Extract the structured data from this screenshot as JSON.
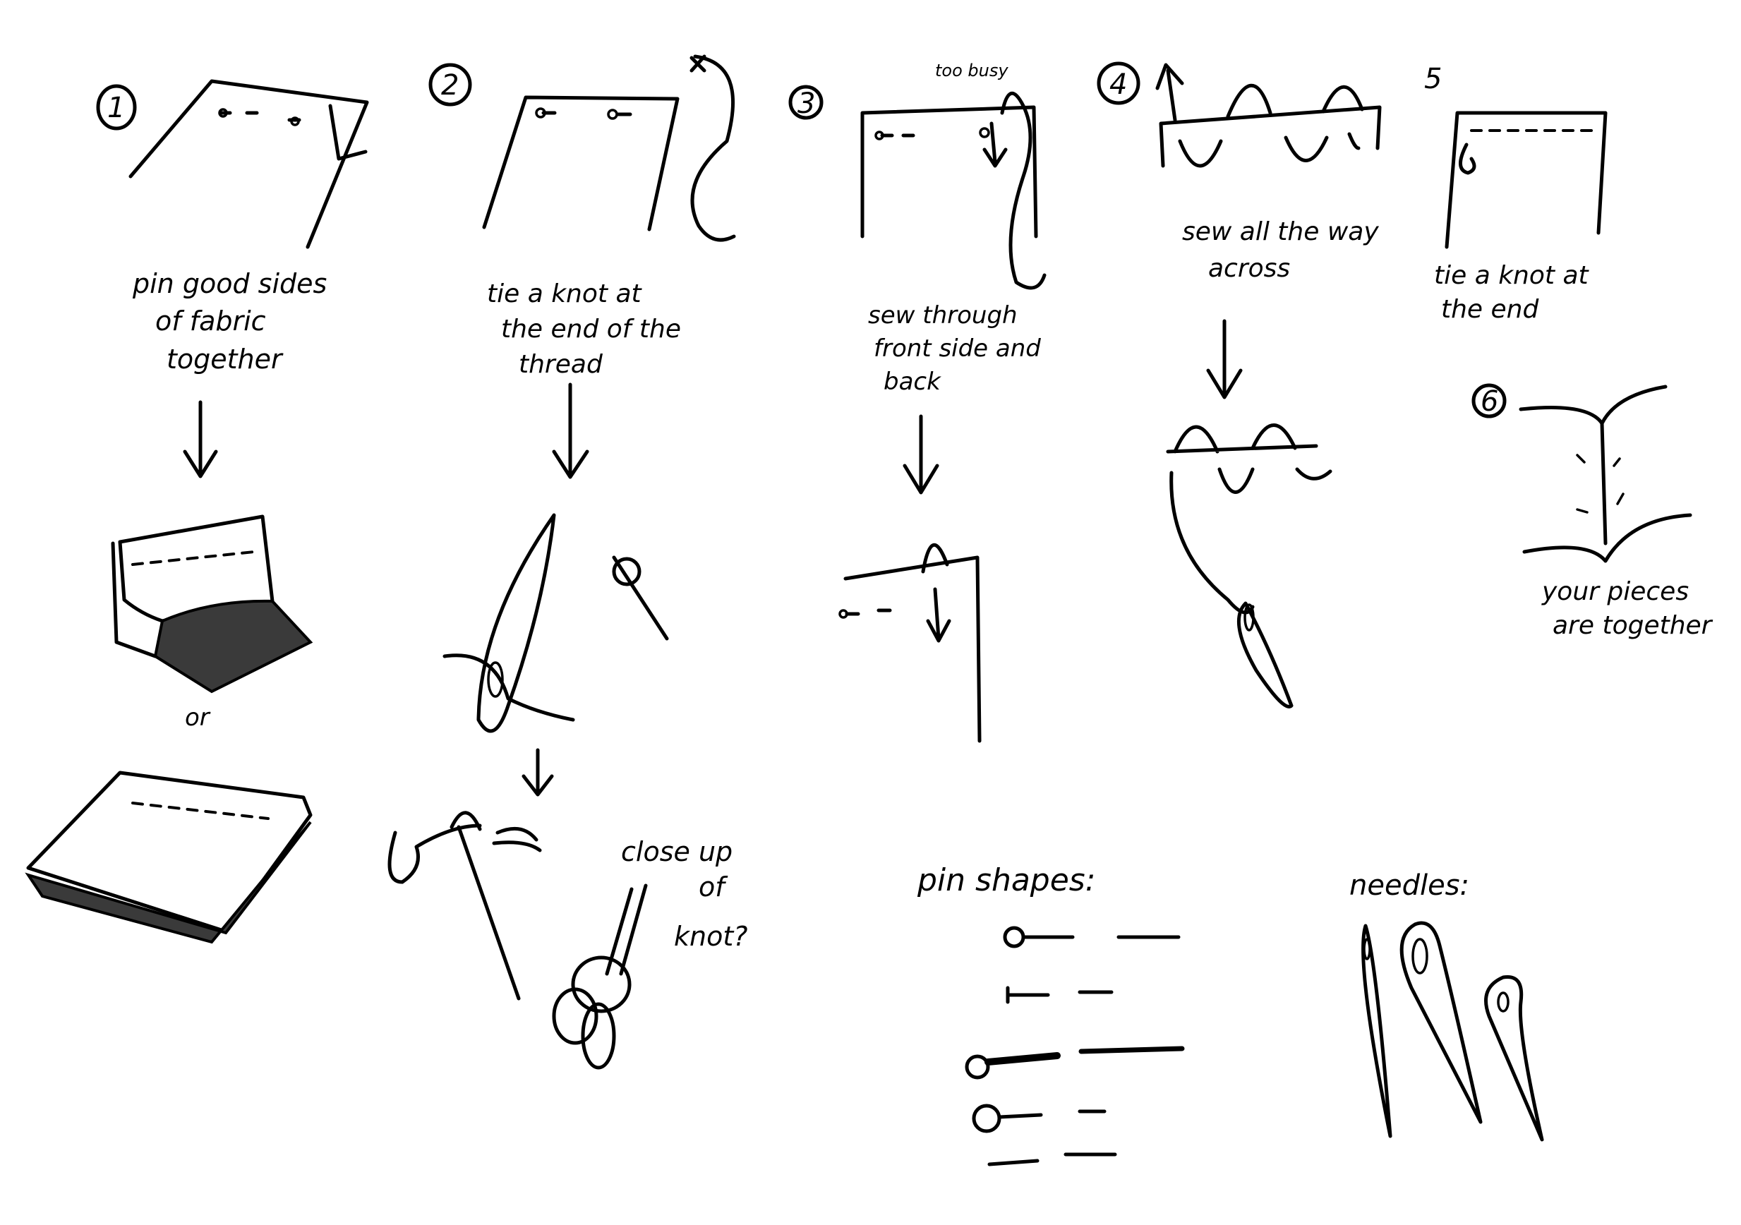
{
  "steps": [
    {
      "number": "1",
      "lines": [
        "pin good sides",
        "of fabric",
        "together"
      ],
      "alt": "or"
    },
    {
      "number": "2",
      "lines": [
        "tie a knot at",
        "the end of the",
        "thread"
      ],
      "closeup": [
        "close up",
        "of",
        "knot?"
      ]
    },
    {
      "number": "3",
      "note": "too busy",
      "lines": [
        "sew through",
        "front side and",
        "back"
      ]
    },
    {
      "number": "4",
      "lines": [
        "sew all the way",
        "across"
      ]
    },
    {
      "number": "5",
      "lines": [
        "tie a knot at",
        "the end"
      ]
    },
    {
      "number": "6",
      "lines": [
        "your pieces",
        "are together"
      ]
    }
  ],
  "legend": {
    "pins_label": "pin shapes:",
    "needles_label": "needles:"
  }
}
